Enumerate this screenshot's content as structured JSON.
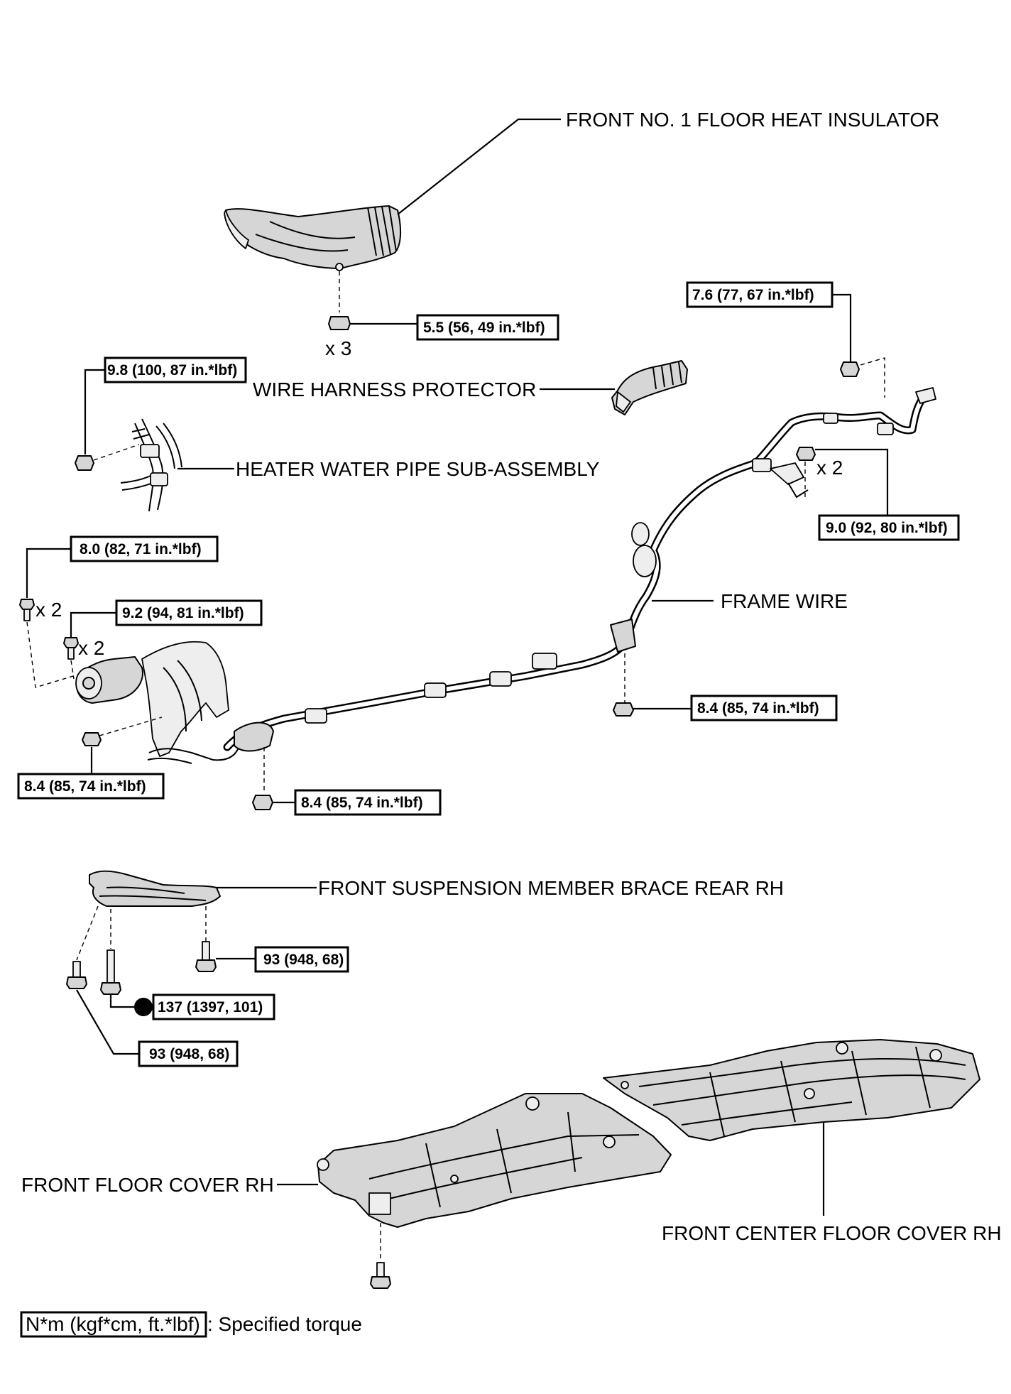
{
  "labels": {
    "heat_insulator": "FRONT NO. 1 FLOOR HEAT INSULATOR",
    "harness_protector": "WIRE HARNESS PROTECTOR",
    "heater_pipe": "HEATER WATER PIPE SUB-ASSEMBLY",
    "frame_wire": "FRAME WIRE",
    "brace": "FRONT SUSPENSION MEMBER BRACE REAR RH",
    "floor_cover": "FRONT FLOOR COVER RH",
    "center_floor_cover": "FRONT CENTER FLOOR COVER RH"
  },
  "torques": {
    "insulator_nut": "5.5 (56, 49 in.*lbf)",
    "top_right_nut": "7.6 (77, 67 in.*lbf)",
    "heater_pipe_nut": "9.8 (100, 87 in.*lbf)",
    "right_nut": "9.0 (92, 80 in.*lbf)",
    "left_bolt_a": "8.0 (82, 71 in.*lbf)",
    "left_bolt_b": "9.2 (94, 81 in.*lbf)",
    "mid_nut": "8.4 (85, 74 in.*lbf)",
    "left_nut": "8.4 (85, 74 in.*lbf)",
    "center_nut": "8.4 (85, 74 in.*lbf)",
    "brace_bolt_right": "93 (948, 68)",
    "brace_bolt_center": "137 (1397, 101)",
    "brace_bolt_left": "93 (948, 68)"
  },
  "quantities": {
    "insulator_nut": "x 3",
    "right_nut": "x 2",
    "left_bolt_a": "x 2",
    "left_bolt_b": "x 2"
  },
  "legend": {
    "box_text": "N*m (kgf*cm, ft.*lbf)",
    "description": ": Specified torque"
  }
}
